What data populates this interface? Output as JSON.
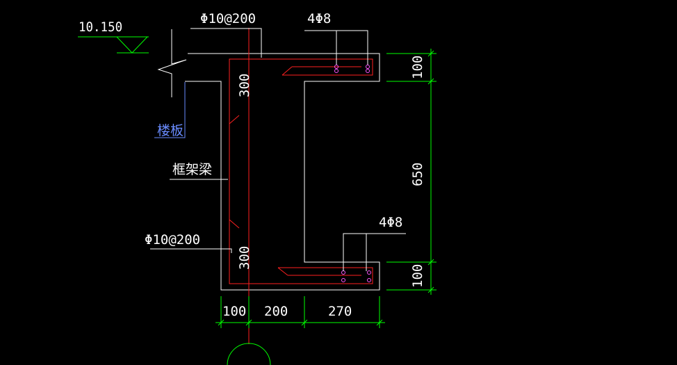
{
  "colors": {
    "background": "#000000",
    "outline": "#ffffff",
    "rebar": "#ff2020",
    "dimension": "#00ff00",
    "rebar_dot": "#ff55ff",
    "slab_label": "#6a8cff"
  },
  "labels": {
    "elevation": "10.150",
    "top_stirrup": "Φ10@200",
    "top_bars": "4Φ8",
    "bottom_bars": "4Φ8",
    "bottom_stirrup": "Φ10@200",
    "slab": "楼板",
    "frame_beam": "框架梁",
    "web_top_300": "300",
    "web_bottom_300": "300"
  },
  "dimensions": {
    "right": {
      "top": "100",
      "middle": "650",
      "bottom": "100"
    },
    "bottom": {
      "left": "100",
      "middle": "200",
      "right": "270"
    }
  }
}
